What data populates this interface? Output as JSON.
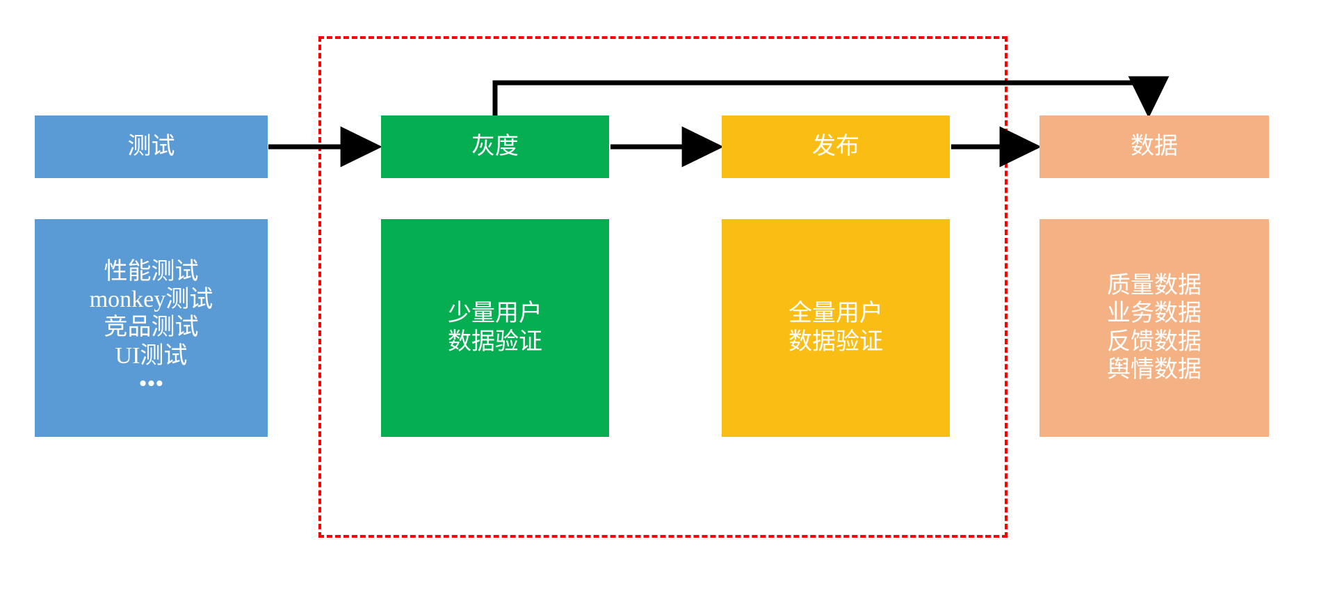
{
  "diagram": {
    "title": "",
    "type": "flow-diagram",
    "colors": {
      "test": "#5B9BD5",
      "gray_release": "#05AE51",
      "release": "#FABD14",
      "data": "#F4B183",
      "scope_border": "#FF0000",
      "connector": "#000000",
      "box_text": "#FFFFFF"
    },
    "stages": [
      {
        "id": "test",
        "header": "测试",
        "detail": "性能测试\nmonkey测试\n竞品测试\nUI测试\n•••",
        "detail_lines": [
          "性能测试",
          "monkey测试",
          "竞品测试",
          "UI测试",
          "•••"
        ],
        "color": "#5B9BD5",
        "in_scope": false
      },
      {
        "id": "gray-release",
        "header": "灰度",
        "detail": "少量用户\n数据验证",
        "detail_lines": [
          "少量用户",
          "数据验证"
        ],
        "color": "#05AE51",
        "in_scope": true
      },
      {
        "id": "release",
        "header": "发布",
        "detail": "全量用户\n数据验证",
        "detail_lines": [
          "全量用户",
          "数据验证"
        ],
        "color": "#FABD14",
        "in_scope": true
      },
      {
        "id": "data",
        "header": "数据",
        "detail": "质量数据\n业务数据\n反馈数据\n舆情数据",
        "detail_lines": [
          "质量数据",
          "业务数据",
          "反馈数据",
          "舆情数据"
        ],
        "color": "#F4B183",
        "in_scope": false
      }
    ],
    "connectors": [
      {
        "id": "test-to-gray",
        "from": "test",
        "to": "gray-release",
        "style": "solid-arrow",
        "label": ""
      },
      {
        "id": "gray-to-release",
        "from": "gray-release",
        "to": "release",
        "style": "solid-arrow",
        "label": ""
      },
      {
        "id": "release-to-data",
        "from": "release",
        "to": "data",
        "style": "solid-arrow",
        "label": ""
      },
      {
        "id": "gray-to-data-loop",
        "from": "gray-release",
        "to": "data",
        "style": "solid-arrow-elbow",
        "label": ""
      }
    ],
    "scope": {
      "id": "gray-release-scope",
      "label": "",
      "border_style": "dashed",
      "border_color": "#FF0000"
    }
  }
}
